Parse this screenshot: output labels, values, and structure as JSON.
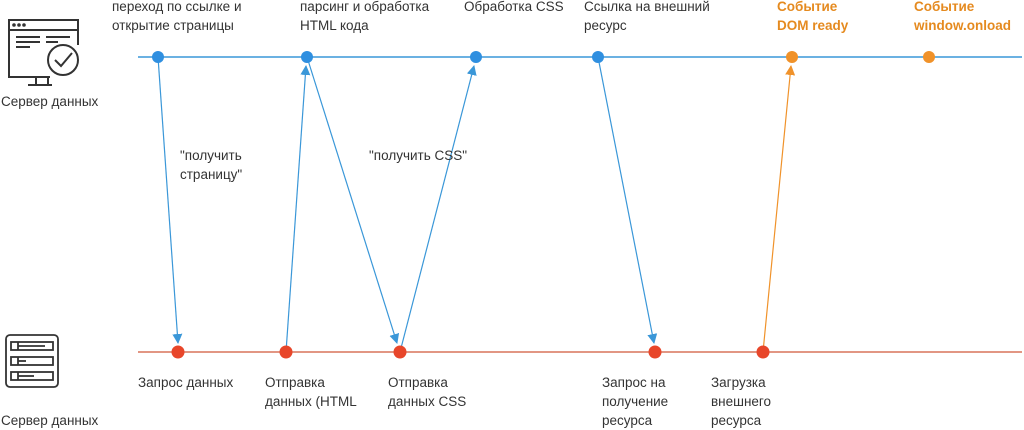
{
  "colors": {
    "client_line": "#3a97d8",
    "server_line": "#d9735a",
    "client_dot": "#2f8fe0",
    "server_dot": "#e8462a",
    "event": "#f0922a"
  },
  "client": {
    "icon": "monitor-check-icon",
    "label": "Сервер данных",
    "events": [
      {
        "lines": [
          "переход по ссылке и",
          "открытие страницы"
        ]
      },
      {
        "lines": [
          "парсинг и обработка",
          "HTML кода"
        ]
      },
      {
        "lines": [
          "Обработка CSS"
        ]
      },
      {
        "lines": [
          "Ссылка на внешний",
          "ресурс"
        ]
      },
      {
        "lines": [
          "Событие",
          "DOM ready"
        ]
      },
      {
        "lines": [
          "Событие",
          "window.onload"
        ]
      }
    ]
  },
  "messages": [
    {
      "lines": [
        "\"получить",
        "страницу\""
      ]
    },
    {
      "lines": [
        "\"получить CSS\""
      ]
    }
  ],
  "server": {
    "icon": "server-rack-icon",
    "label": "Сервер данных",
    "events": [
      {
        "lines": [
          "Запрос данных"
        ]
      },
      {
        "lines": [
          "Отправка",
          "данных (HTML"
        ]
      },
      {
        "lines": [
          "Отправка",
          "данных CSS"
        ]
      },
      {
        "lines": [
          "Запрос на",
          "получение",
          "ресурса"
        ]
      },
      {
        "lines": [
          "Загрузка",
          "внешнего",
          "ресурса"
        ]
      }
    ]
  }
}
